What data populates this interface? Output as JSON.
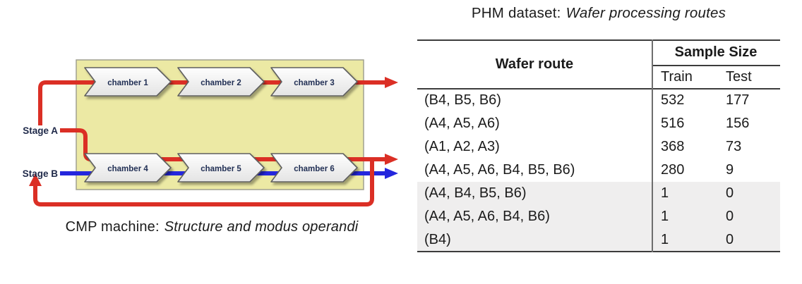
{
  "left_panel": {
    "caption": {
      "prefix": "CMP machine:",
      "italic": "Structure and modus operandi"
    },
    "stage_a": "Stage A",
    "stage_b": "Stage B",
    "chambers": [
      "chamber 1",
      "chamber 2",
      "chamber 3",
      "chamber 4",
      "chamber 5",
      "chamber 6"
    ],
    "colors": {
      "stage_a_route": "#db2f25",
      "stage_b_route": "#2426dd",
      "machine_fill": "#ece9a4",
      "machine_border": "#a0a090",
      "chamber_text": "#223055"
    }
  },
  "right_panel": {
    "title": {
      "prefix": "PHM dataset:",
      "italic": "Wafer processing routes"
    },
    "table": {
      "header": {
        "route": "Wafer route",
        "group": "Sample Size",
        "train": "Train",
        "test": "Test"
      },
      "rows": [
        {
          "route": "(B4, B5, B6)",
          "train": "532",
          "test": "177",
          "shaded": false
        },
        {
          "route": "(A4, A5, A6)",
          "train": "516",
          "test": "156",
          "shaded": false
        },
        {
          "route": "(A1, A2, A3)",
          "train": "368",
          "test": "73",
          "shaded": false
        },
        {
          "route": "(A4, A5, A6, B4, B5, B6)",
          "train": "280",
          "test": "9",
          "shaded": false
        },
        {
          "route": "(A4, B4, B5, B6)",
          "train": "1",
          "test": "0",
          "shaded": true
        },
        {
          "route": "(A4, A5, A6, B4, B6)",
          "train": "1",
          "test": "0",
          "shaded": true
        },
        {
          "route": "(B4)",
          "train": "1",
          "test": "0",
          "shaded": true
        }
      ],
      "shaded_row_color": "#efeeee"
    }
  }
}
